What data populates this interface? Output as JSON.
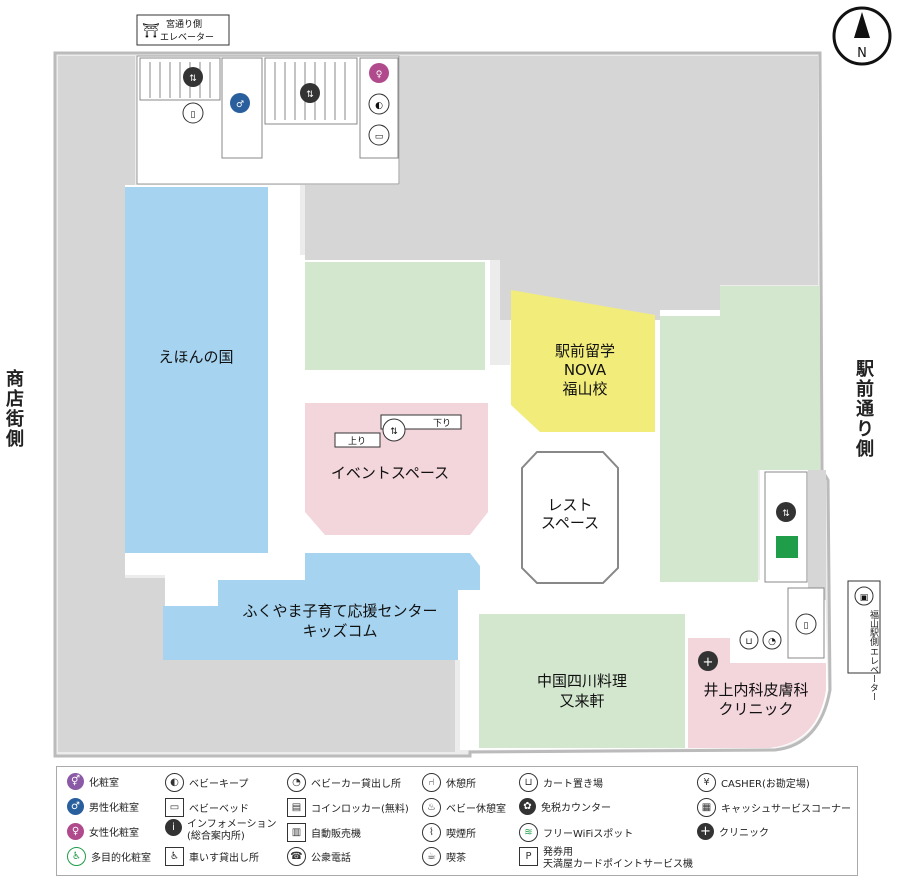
{
  "side_labels": {
    "left": "商店街側",
    "right": "駅前通り側"
  },
  "top_elevator": {
    "line1": "宮通り側",
    "line2": "エレベーター"
  },
  "right_elevator": {
    "line1": "福山駅側",
    "line2": "エレベーター"
  },
  "compass": "N",
  "areas": {
    "ehon": "えほんの国",
    "nova_1": "駅前留学",
    "nova_2": "NOVA",
    "nova_3": "福山校",
    "event": "イベントスペース",
    "rest_1": "レスト",
    "rest_2": "スペース",
    "kids_1": "ふくやま子育て応援センター",
    "kids_2": "キッズコム",
    "chinese_1": "中国四川料理",
    "chinese_2": "又来軒",
    "clinic_1": "井上内科皮膚科",
    "clinic_2": "クリニック"
  },
  "escalator": {
    "up": "上り",
    "down": "下り"
  },
  "legend": {
    "col1": [
      "化粧室",
      "男性化粧室",
      "女性化粧室",
      "多目的化粧室"
    ],
    "col2": [
      "ベビーキープ",
      "ベビーベッド",
      "インフォメーション",
      "(総合案内所)",
      "車いす貸出し所"
    ],
    "col3": [
      "ベビーカー貸出し所",
      "コインロッカー(無料)",
      "自動販売機",
      "公衆電話"
    ],
    "col4": [
      "休憩所",
      "ベビー休憩室",
      "喫煙所",
      "喫茶"
    ],
    "col5": [
      "カート置き場",
      "免税カウンター",
      "フリーWiFiスポット",
      "発券用",
      "天満屋カードポイントサービス機"
    ],
    "col6": [
      "CASHER(お勘定場)",
      "キャッシュサービスコーナー",
      "クリニック"
    ]
  },
  "colors": {
    "gray": "#d6d6d6",
    "blue": "#a6d3f0",
    "green": "#d3e7cf",
    "yellow": "#f2ec7a",
    "pink": "#f3d5dc",
    "white": "#ffffff"
  }
}
